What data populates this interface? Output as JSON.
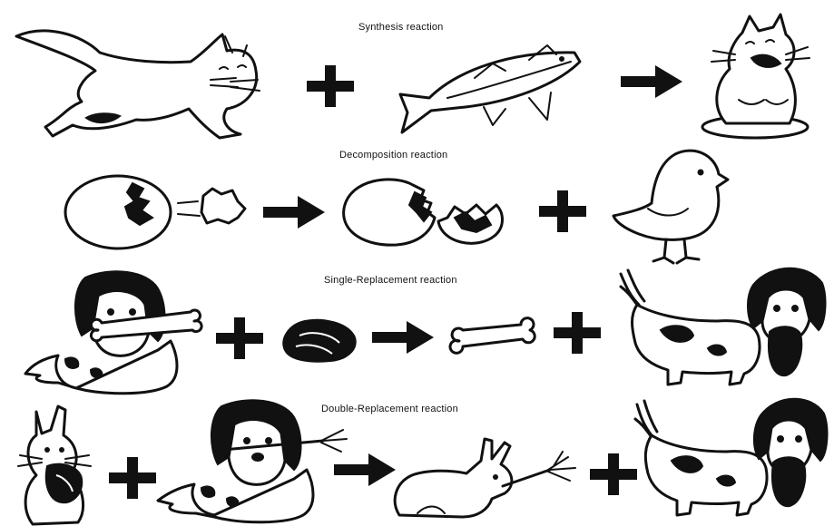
{
  "reactions": [
    {
      "title": "Synthesis reaction",
      "parts": [
        "cat",
        "plus",
        "fish",
        "arrow",
        "cat-eating-fish"
      ]
    },
    {
      "title": "Decomposition reaction",
      "parts": [
        "cracking-egg",
        "arrow",
        "broken-egg",
        "plus",
        "chick"
      ]
    },
    {
      "title": "Single-Replacement reaction",
      "parts": [
        "dog-with-bone",
        "plus",
        "meat",
        "arrow",
        "bone",
        "plus",
        "dog-with-meat"
      ]
    },
    {
      "title": "Double-Replacement reaction",
      "parts": [
        "rabbit-with-meat",
        "plus",
        "dog-with-carrot",
        "arrow",
        "rabbit-with-carrot",
        "plus",
        "dog-with-meat"
      ]
    }
  ],
  "colors": {
    "ink": "#111111",
    "paper": "#ffffff"
  }
}
